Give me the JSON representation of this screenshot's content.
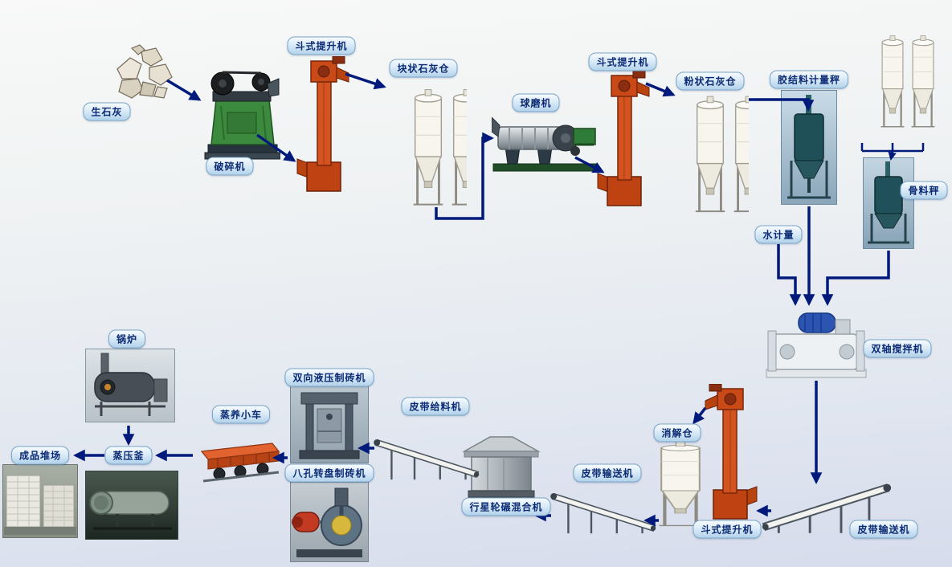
{
  "labels": {
    "quicklime": "生石灰",
    "crusher": "破碎机",
    "bucket_elevator_1": "斗式提升机",
    "block_lime_silo": "块状石灰仓",
    "ball_mill": "球磨机",
    "bucket_elevator_2": "斗式提升机",
    "powder_lime_silo": "粉状石灰仓",
    "binder_scale": "胶结料计量秤",
    "aggregate_scale": "骨料秤",
    "water_meter": "水计量",
    "twin_shaft_mixer": "双轴搅拌机",
    "digestion_silo": "消解仓",
    "bucket_elevator_3": "斗式提升机",
    "belt_conveyor_1": "皮带输送机",
    "belt_conveyor_2": "皮带输送机",
    "planetary_mixer": "行星轮碾混合机",
    "belt_feeder": "皮带给料机",
    "hydraulic_press": "双向液压制砖机",
    "rotary_press": "八孔转盘制砖机",
    "steam_cart": "蒸养小车",
    "autoclave": "蒸压釜",
    "boiler": "锅炉",
    "product_yard": "成品堆场"
  },
  "colors": {
    "background_top": "#f8f9f8",
    "background_bottom": "#d6dcec",
    "arrow": "#001a7c",
    "label_text": "#0c2b74",
    "label_border": "#7ba6c8",
    "label_bg": "#d4e7f6",
    "elevator_red": "#d35420",
    "silo_white": "#f7f5ee"
  },
  "flow_edges": [
    [
      "quicklime",
      "crusher"
    ],
    [
      "crusher",
      "bucket_elevator_1"
    ],
    [
      "bucket_elevator_1",
      "block_lime_silo"
    ],
    [
      "block_lime_silo",
      "ball_mill"
    ],
    [
      "ball_mill",
      "bucket_elevator_2"
    ],
    [
      "bucket_elevator_2",
      "powder_lime_silo"
    ],
    [
      "powder_lime_silo",
      "binder_scale"
    ],
    [
      "storage_silos",
      "aggregate_scale"
    ],
    [
      "binder_scale",
      "twin_shaft_mixer"
    ],
    [
      "water_meter",
      "twin_shaft_mixer"
    ],
    [
      "aggregate_scale",
      "twin_shaft_mixer"
    ],
    [
      "twin_shaft_mixer",
      "belt_conveyor_1"
    ],
    [
      "belt_conveyor_1",
      "bucket_elevator_3"
    ],
    [
      "bucket_elevator_3",
      "digestion_silo"
    ],
    [
      "digestion_silo",
      "belt_conveyor_2"
    ],
    [
      "belt_conveyor_2",
      "planetary_mixer"
    ],
    [
      "planetary_mixer",
      "belt_feeder"
    ],
    [
      "belt_feeder",
      "hydraulic_press"
    ],
    [
      "hydraulic_press",
      "steam_cart"
    ],
    [
      "steam_cart",
      "autoclave"
    ],
    [
      "autoclave",
      "product_yard"
    ],
    [
      "boiler",
      "autoclave"
    ]
  ]
}
